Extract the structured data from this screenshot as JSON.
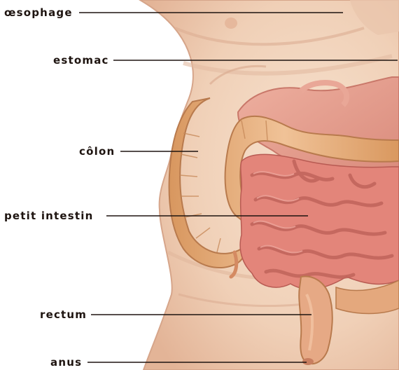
{
  "labels": {
    "oesophage": "œsophage",
    "estomac": "estomac",
    "colon": "côlon",
    "petit_intestin": "petit intestin",
    "rectum": "rectum",
    "anus": "anus"
  },
  "colors": {
    "skin": "#f2d6bf",
    "skin_shadow": "#e4b89b",
    "stomach": "#e2998a",
    "colon": "#e7b287",
    "small_intestine": "#e07e75",
    "leader_line": "#1e1410"
  }
}
